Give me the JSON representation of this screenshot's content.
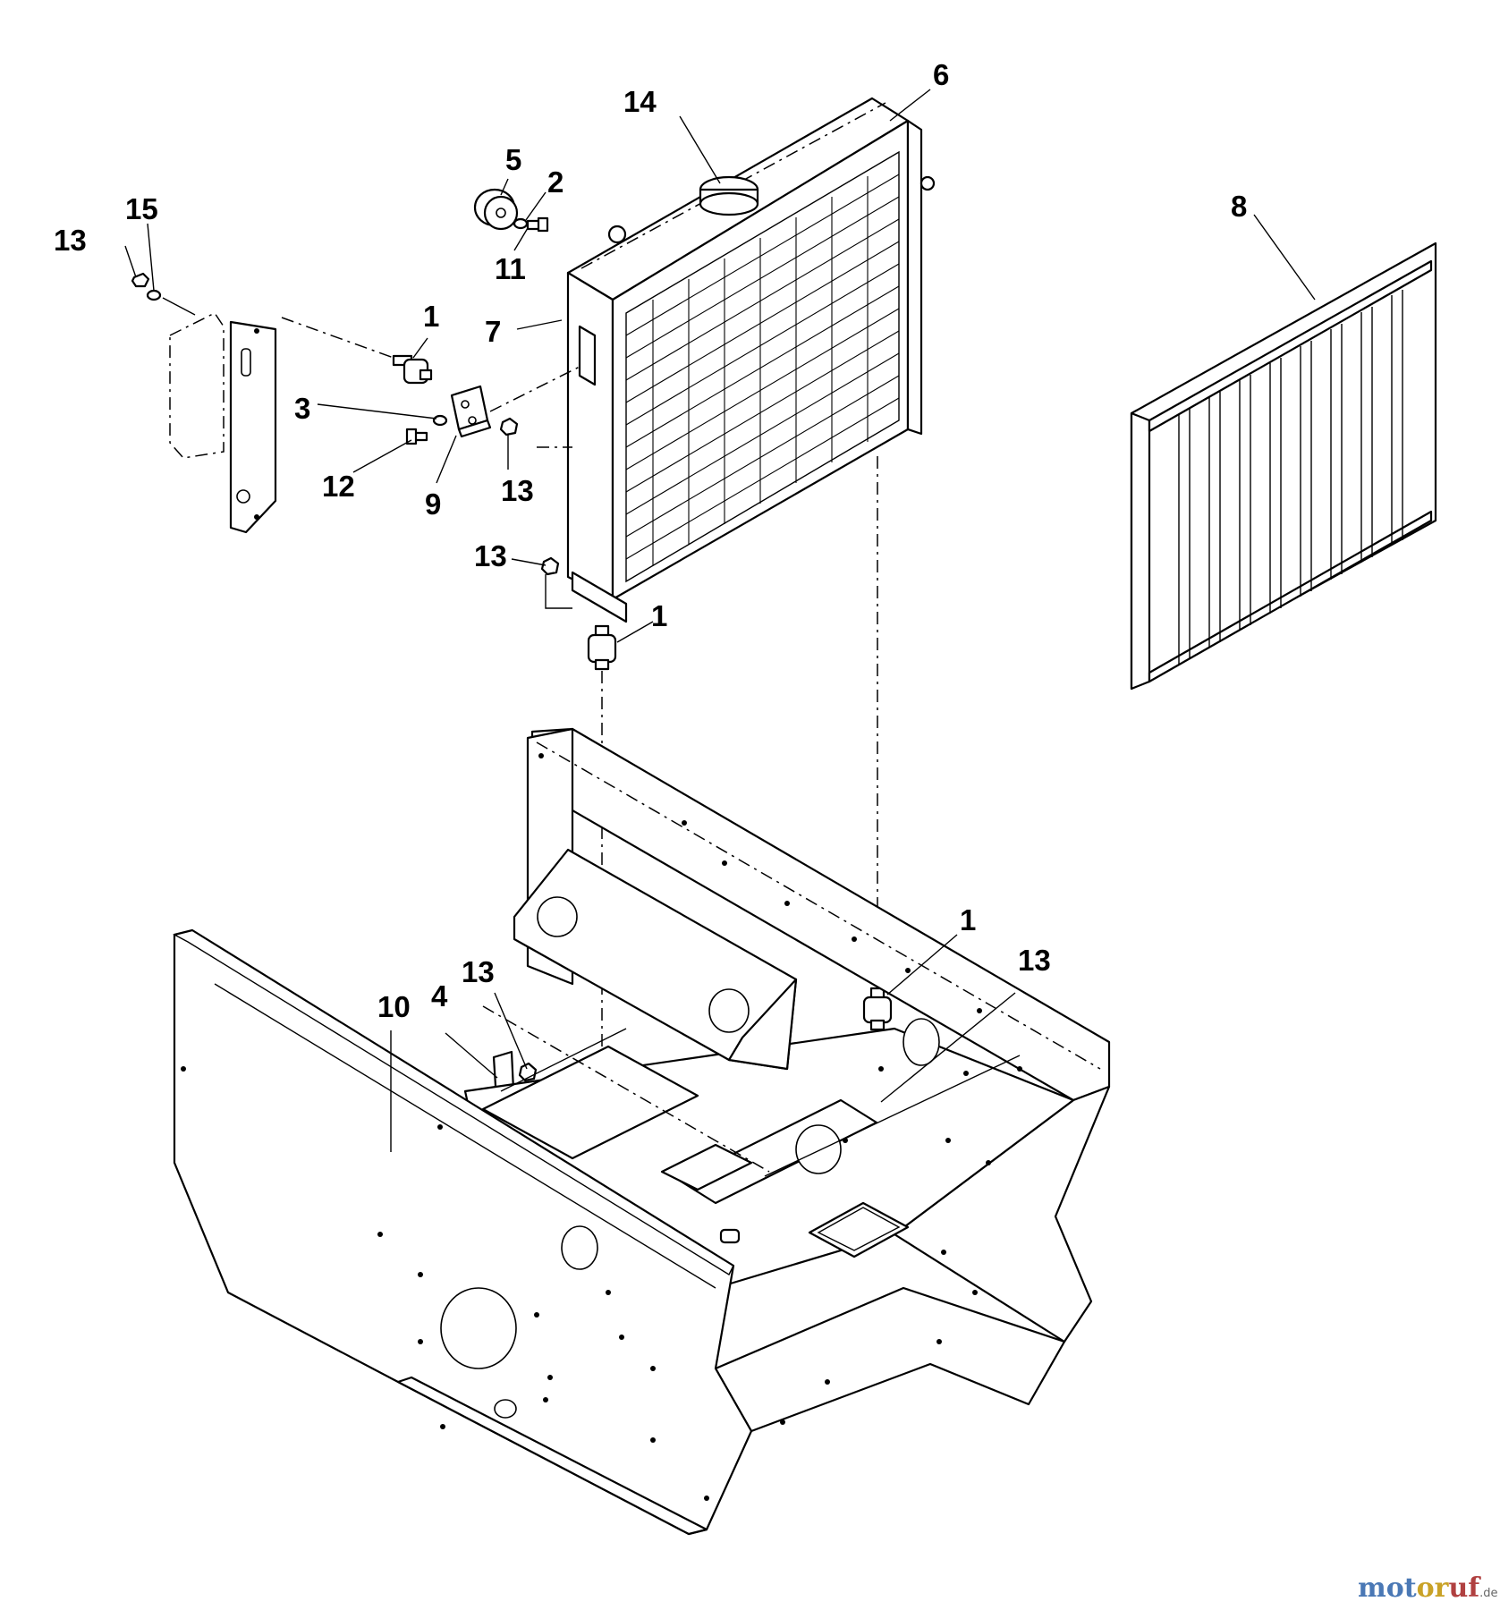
{
  "callouts": {
    "c1a": "1",
    "c1b": "1",
    "c1c": "1",
    "c2": "2",
    "c3": "3",
    "c4": "4",
    "c5": "5",
    "c6": "6",
    "c7": "7",
    "c8": "8",
    "c9": "9",
    "c10": "10",
    "c11": "11",
    "c12": "12",
    "c13a": "13",
    "c13b": "13",
    "c13c": "13",
    "c13d": "13",
    "c13e": "13",
    "c14": "14",
    "c15": "15"
  },
  "watermark": {
    "part_a": "mot",
    "part_b": "or",
    "part_c": "uf",
    "suffix": ".de"
  },
  "colors": {
    "line": "#000000",
    "background": "#ffffff",
    "watermark_blue": "#4a78b5",
    "watermark_gold": "#c9a227",
    "watermark_red": "#b04040"
  }
}
